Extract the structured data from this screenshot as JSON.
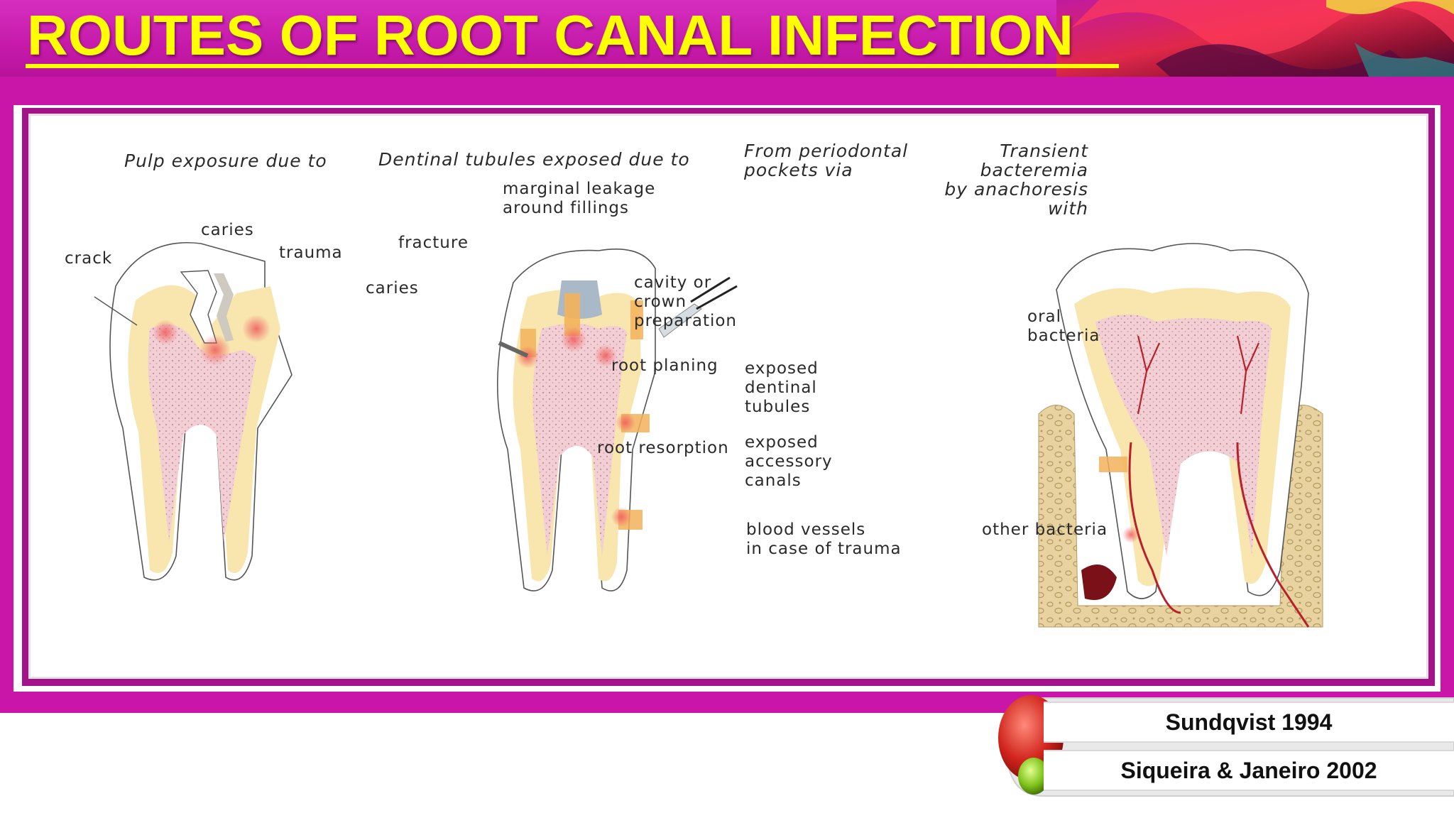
{
  "title": "ROUTES OF ROOT CANAL INFECTION",
  "diagram": {
    "tooth1": {
      "heading": "Pulp exposure due to",
      "labels": {
        "caries": "caries",
        "crack": "crack",
        "trauma": "trauma"
      }
    },
    "tooth2": {
      "heading": "Dentinal tubules exposed due to",
      "labels": {
        "marginal": "marginal leakage\naround fillings",
        "fracture": "fracture",
        "caries": "caries",
        "cavity": "cavity or\ncrown\npreparation",
        "root_planing": "root planing",
        "root_resorption": "root resorption"
      }
    },
    "tooth3": {
      "heading_left": "From periodontal\npockets via",
      "heading_right": "Transient\nbacteremia\nby anachoresis\nwith",
      "labels": {
        "exposed_tubules": "exposed\ndentinal\ntubules",
        "accessory": "exposed\naccessory\ncanals",
        "blood": "blood vessels\nin case of trauma",
        "oral": "oral\nbacteria",
        "other": "other bacteria"
      }
    }
  },
  "references": [
    "Sundqvist 1994",
    "Siqueira & Janeiro 2002"
  ],
  "colors": {
    "magenta": "#c916a8",
    "title_yellow": "#ffff00",
    "enamel": "#ffffff",
    "dentin": "#f8e6ae",
    "pulp": "#f2cfd4",
    "bone": "#e8d3a0"
  }
}
